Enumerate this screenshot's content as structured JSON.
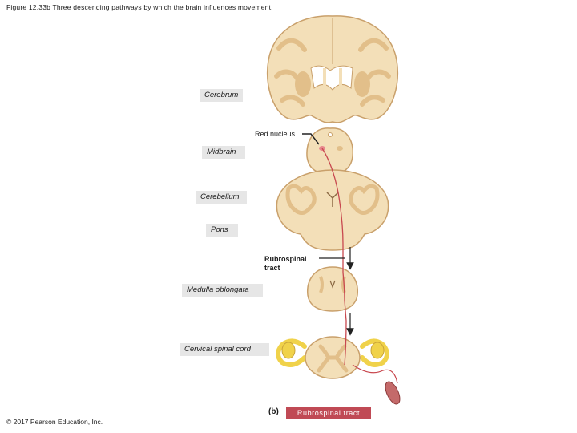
{
  "figure": {
    "caption": "Figure 12.33b Three descending pathways by which the brain influences movement.",
    "copyright": "© 2017 Pearson Education, Inc.",
    "panel_letter": "(b)",
    "panel_title": "Rubrospinal tract"
  },
  "labels": {
    "cerebrum": "Cerebrum",
    "red_nucleus": "Red nucleus",
    "midbrain": "Midbrain",
    "cerebellum": "Cerebellum",
    "pons": "Pons",
    "rubrospinal_tract": "Rubrospinal tract",
    "medulla": "Medulla oblongata",
    "cervical_cord": "Cervical spinal cord"
  },
  "colors": {
    "white_matter": "#f3dfb8",
    "gray_matter": "#e2bf8a",
    "outline": "#c9a06b",
    "tract": "#c8484f",
    "label_box": "#e6e6e6",
    "nerve": "#f0d24a",
    "muscle": "#c46a6a"
  }
}
